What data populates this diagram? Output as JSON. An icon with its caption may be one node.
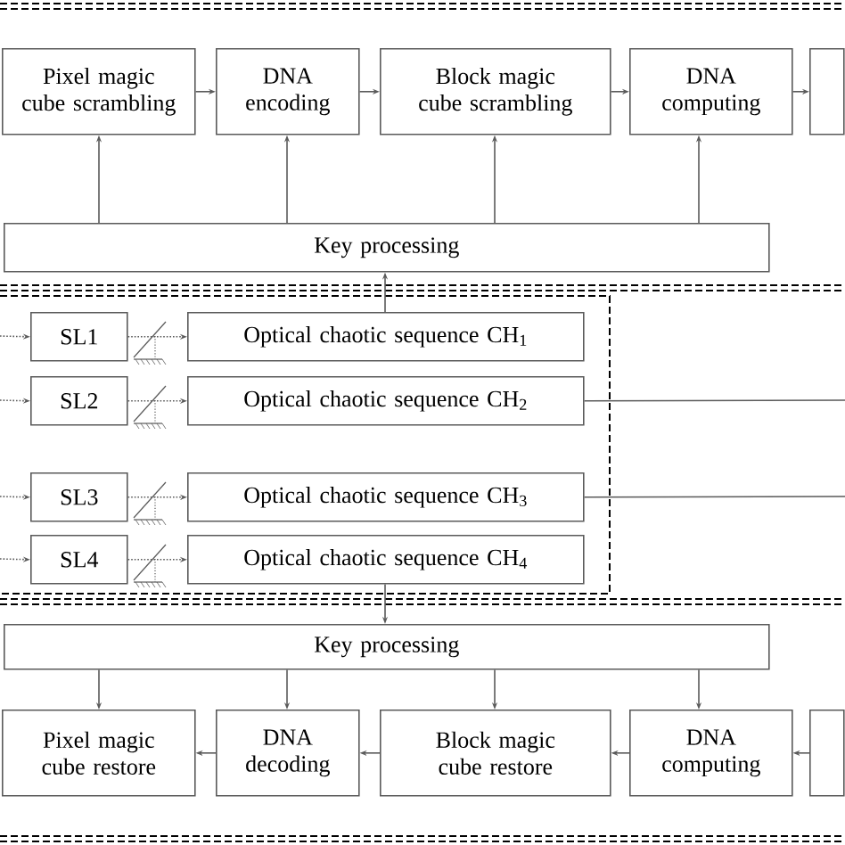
{
  "diagram": {
    "nodes": [
      {
        "text": [
          "Pixel magic cube scrambling"
        ]
      },
      {
        "text": [
          "DNA encoding"
        ]
      },
      {
        "text": [
          "Block magic cube scrambling"
        ]
      },
      {
        "text": [
          "DNA computing"
        ]
      },
      {
        "text": [],
        "shape": "box"
      },
      {
        "text": [
          "Key processing"
        ]
      },
      {
        "text": [
          "SL1"
        ]
      },
      {
        "text": [
          "Optical chaotic sequence CH$_{1}$"
        ]
      },
      {
        "text": [
          "SL2"
        ]
      },
      {
        "text": [
          "Optical chaotic sequence CH$_{2}$"
        ]
      },
      {
        "text": [
          "SL3"
        ]
      },
      {
        "text": [
          "Optical chaotic sequence CH$_{3}$"
        ]
      },
      {
        "text": [
          "SL4"
        ]
      },
      {
        "text": [
          "Optical chaotic sequence CH$_{4}$"
        ]
      },
      {
        "text": [
          "Key processing"
        ]
      },
      {
        "text": [
          "Pixel magic cube restore"
        ]
      },
      {
        "text": [
          "DNA decoding"
        ]
      },
      {
        "text": [
          "Block magic cube restore"
        ]
      },
      {
        "text": [
          "DNA computing"
        ]
      },
      {
        "text": [],
        "shape": "box"
      }
    ],
    "edges": [
      {
        "from": 0,
        "to": 1,
        "arrow": "to"
      },
      {
        "from": 1,
        "to": 2,
        "arrow": "to"
      },
      {
        "from": 2,
        "to": 3,
        "arrow": "to"
      },
      {
        "from": 3,
        "to": 4,
        "arrow": "to"
      },
      {
        "from": 5,
        "to": 0,
        "arrow": "to"
      },
      {
        "from": 5,
        "to": 1,
        "arrow": "to"
      },
      {
        "from": 5,
        "to": 2,
        "arrow": "to"
      },
      {
        "from": 5,
        "to": 3,
        "arrow": "to"
      },
      {
        "from": 7,
        "to": 5,
        "arrow": "to"
      },
      {
        "from": null,
        "to": 6,
        "arrow": "to",
        "style": "dashed"
      },
      {
        "from": 6,
        "to": 7,
        "arrow": "to",
        "style": "dashed"
      },
      {
        "from": null,
        "to": 8,
        "arrow": "to",
        "style": "dashed"
      },
      {
        "from": 8,
        "to": 9,
        "arrow": "to",
        "style": "dashed"
      },
      {
        "from": 9,
        "to": null,
        "arrow": "none"
      },
      {
        "from": null,
        "to": 10,
        "arrow": "to",
        "style": "dashed"
      },
      {
        "from": 10,
        "to": 11,
        "arrow": "to",
        "style": "dashed"
      },
      {
        "from": 11,
        "to": null,
        "arrow": "none"
      },
      {
        "from": null,
        "to": 12,
        "arrow": "to",
        "style": "dashed"
      },
      {
        "from": 12,
        "to": 13,
        "arrow": "to",
        "style": "dashed"
      },
      {
        "from": 13,
        "to": 14,
        "arrow": "to"
      },
      {
        "from": 14,
        "to": 15,
        "arrow": "to"
      },
      {
        "from": 14,
        "to": 16,
        "arrow": "to"
      },
      {
        "from": 14,
        "to": 17,
        "arrow": "to"
      },
      {
        "from": 14,
        "to": 18,
        "arrow": "to"
      },
      {
        "from": 19,
        "to": 18,
        "arrow": "to"
      },
      {
        "from": 18,
        "to": 17,
        "arrow": "to"
      },
      {
        "from": 17,
        "to": 16,
        "arrow": "to"
      },
      {
        "from": 16,
        "to": 15,
        "arrow": "to"
      }
    ]
  }
}
